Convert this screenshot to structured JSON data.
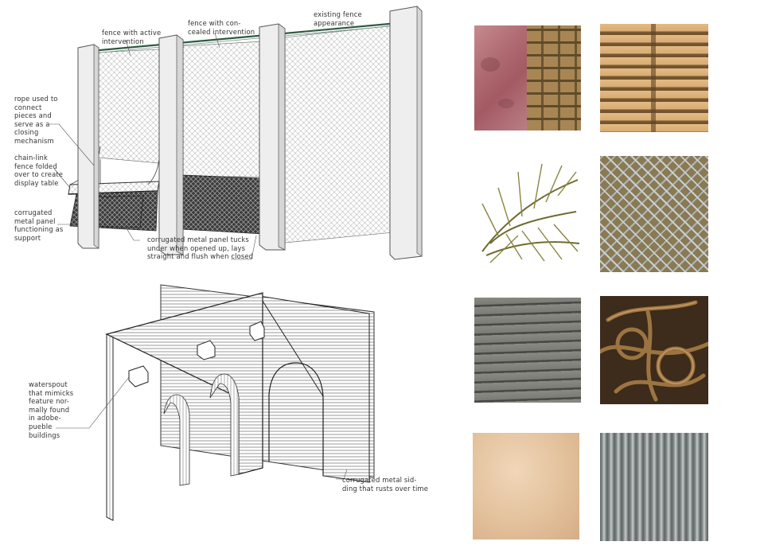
{
  "fence_labels": {
    "active": "fence with active\nintervention",
    "concealed": "fence with con-\ncealed intervention",
    "existing": "existing fence\nappearance",
    "rope": "rope used to\nconnect\npieces and\nserve as a\nclosing\nmechanism",
    "chainlink": "chain-link\nfence folded\nover to create\ndisplay table",
    "corrugated_support": "corrugated\nmetal panel\nfunctioning as\nsupport",
    "tucks": "corrugated metal panel tucks\nunder when opened up, lays\nstraight and flush when closed"
  },
  "wall_labels": {
    "waterspout": "waterspout\nthat mimicks\nfeature nor-\nmally found\nin adobe-\npueble\nbuildings",
    "siding": "corrugated metal sid-\nding that rusts over time"
  },
  "swatches": [
    {
      "name": "adobe-plaster-and-brick",
      "colors": [
        "#b9767c",
        "#a88654"
      ]
    },
    {
      "name": "wood-pallet",
      "colors": [
        "#d9b07a",
        "#8b6b3f"
      ]
    },
    {
      "name": "palm-frond",
      "colors": [
        "#7d7a3a",
        "#ffffff"
      ]
    },
    {
      "name": "chain-link",
      "colors": [
        "#9aa3a8",
        "#8a7a52"
      ]
    },
    {
      "name": "weathered-wood",
      "colors": [
        "#7b7b76",
        "#4d4d49"
      ]
    },
    {
      "name": "rope",
      "colors": [
        "#8c6538",
        "#3d2b1b"
      ]
    },
    {
      "name": "sand",
      "colors": [
        "#e7c9a8",
        "#d8b089"
      ]
    },
    {
      "name": "corrugated-metal",
      "colors": [
        "#7d8383",
        "#c7cbcb"
      ]
    }
  ]
}
